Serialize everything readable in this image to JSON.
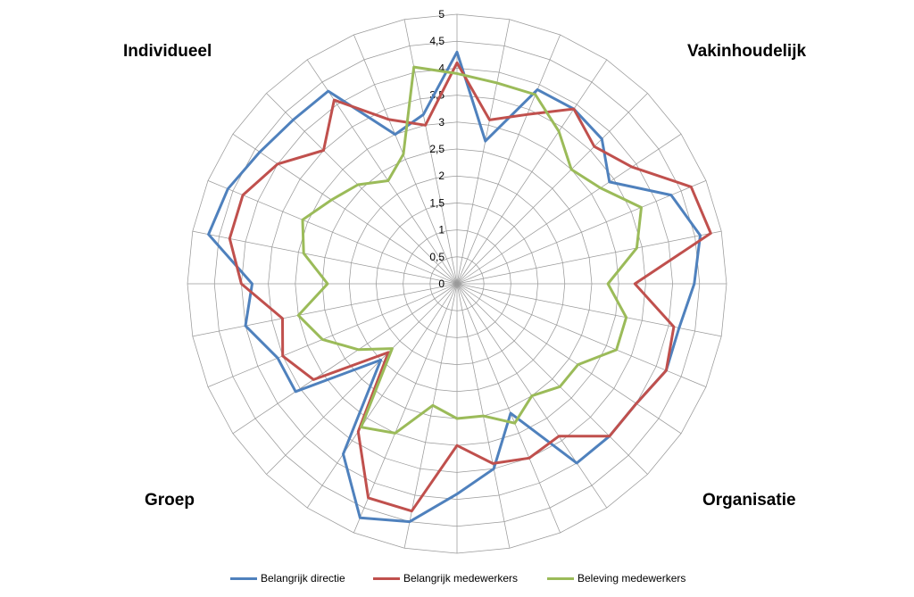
{
  "quadrants": {
    "individueel": "Individueel",
    "vakinhoudelijk": "Vakinhoudelijk",
    "groep": "Groep",
    "organisatie": "Organisatie"
  },
  "legend": {
    "s1": "Belangrijk directie",
    "s2": "Belangrijk medewerkers",
    "s3": "Beleving medewerkers"
  },
  "chart_data": {
    "type": "radar",
    "axis_count": 32,
    "r_max": 5,
    "r_ticks": [
      "0",
      "0,5",
      "1",
      "1,5",
      "2",
      "2,5",
      "3",
      "3,5",
      "4",
      "4,5",
      "5"
    ],
    "grid": true,
    "legend_position": "bottom",
    "series": [
      {
        "name": "Belangrijk directie",
        "color": "#4F81BD",
        "values": [
          4.3,
          2.7,
          3.9,
          3.9,
          3.8,
          3.4,
          4.3,
          4.6,
          4.4,
          4.2,
          4.2,
          4.0,
          4.0,
          4.0,
          2.6,
          3.5,
          3.9,
          4.5,
          4.7,
          3.8,
          2.0,
          3.6,
          3.6,
          4.0,
          3.8,
          4.7,
          4.6,
          4.4,
          4.3,
          4.3,
          3.0,
          3.2
        ]
      },
      {
        "name": "Belangrijk medewerkers",
        "color": "#C0504D",
        "values": [
          4.1,
          3.1,
          3.4,
          3.9,
          3.6,
          3.9,
          4.7,
          4.8,
          3.3,
          4.1,
          4.2,
          4.0,
          4.0,
          3.4,
          3.5,
          3.4,
          3.0,
          4.3,
          4.3,
          3.3,
          1.8,
          3.2,
          3.5,
          3.3,
          4.0,
          4.3,
          4.3,
          4.0,
          3.5,
          4.1,
          3.3,
          3.0
        ]
      },
      {
        "name": "Beleving medewerkers",
        "color": "#9BBB59",
        "values": [
          3.9,
          3.8,
          3.8,
          3.4,
          3.0,
          3.2,
          3.7,
          3.4,
          2.8,
          3.2,
          3.2,
          2.7,
          2.7,
          2.5,
          2.8,
          2.5,
          2.5,
          2.3,
          3.0,
          3.2,
          1.7,
          2.2,
          2.7,
          3.0,
          2.4,
          2.9,
          3.1,
          2.8,
          2.6,
          2.3,
          2.6,
          4.1
        ]
      }
    ]
  }
}
